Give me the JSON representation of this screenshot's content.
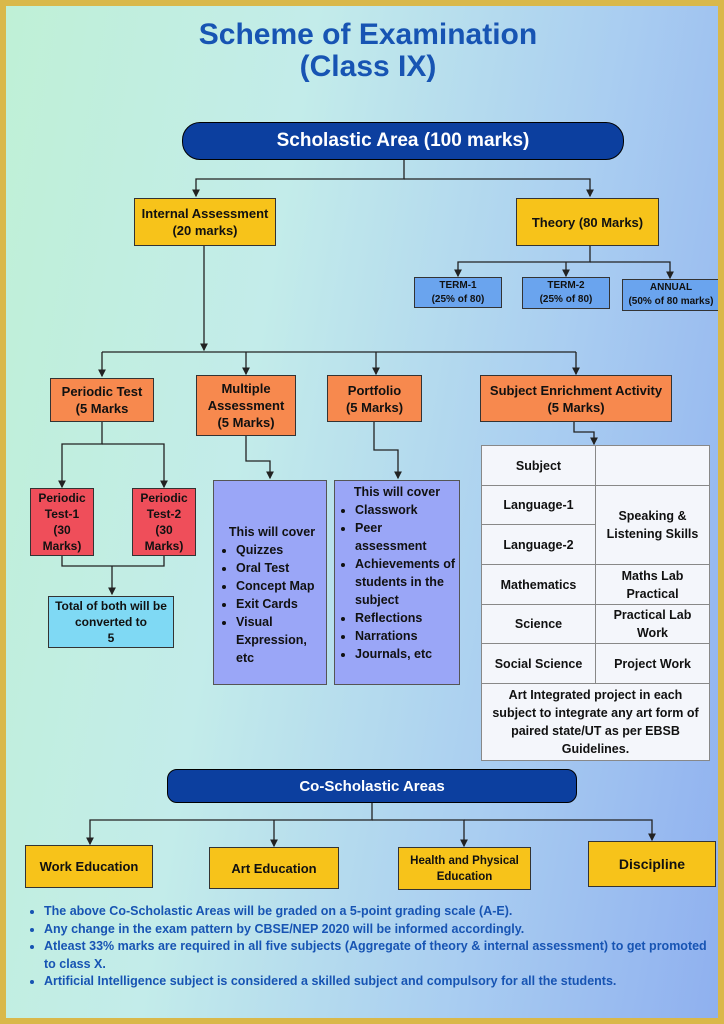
{
  "title": {
    "line1": "Scheme of Examination",
    "line2": "(Class IX)"
  },
  "scholastic": {
    "header": "Scholastic Area (100 marks)",
    "internal": {
      "line1": "Internal Assessment",
      "line2": "(20 marks)"
    },
    "theory": {
      "label": "Theory (80 Marks)",
      "terms": [
        {
          "line1": "TERM-1",
          "line2": "(25% of 80)"
        },
        {
          "line1": "TERM-2",
          "line2": "(25% of 80)"
        },
        {
          "line1": "ANNUAL",
          "line2": "(50% of 80 marks)"
        }
      ]
    }
  },
  "components": {
    "periodic": {
      "line1": "Periodic Test",
      "line2": "(5 Marks"
    },
    "multiple": {
      "line1": "Multiple",
      "line2": "Assessment",
      "line3": "(5 Marks)"
    },
    "portfolio": {
      "line1": "Portfolio",
      "line2": "(5 Marks)"
    },
    "sea": {
      "line1": "Subject Enrichment Activity",
      "line2": "(5 Marks)"
    }
  },
  "periodic_tests": [
    {
      "line1": "Periodic",
      "line2": "Test-1",
      "line3": "(30",
      "line4": "Marks)"
    },
    {
      "line1": "Periodic",
      "line2": "Test-2",
      "line3": "(30",
      "line4": "Marks)"
    }
  ],
  "periodic_total": {
    "line1": "Total of both will be",
    "line2": "converted to",
    "line3": "5"
  },
  "multiple_cover": {
    "heading": "This will cover",
    "items": [
      "Quizzes",
      "Oral Test",
      "Concept Map",
      "Exit Cards",
      "Visual Expression, etc"
    ]
  },
  "portfolio_cover": {
    "heading": "This will cover",
    "items": [
      "Classwork",
      "Peer assessment",
      "Achievements of students in the subject",
      "Reflections",
      "Narrations",
      "Journals, etc"
    ]
  },
  "sea_table": {
    "header": "Subject",
    "lang1": "Language-1",
    "lang2": "Language-2",
    "lang_activity": "Speaking & Listening Skills",
    "rows": [
      {
        "subject": "Mathematics",
        "activity": "Maths Lab Practical"
      },
      {
        "subject": "Science",
        "activity": "Practical Lab Work"
      },
      {
        "subject": "Social Science",
        "activity": "Project Work"
      }
    ],
    "footer": "Art Integrated project in each subject to integrate any art form of paired state/UT as per EBSB Guidelines."
  },
  "co_scholastic": {
    "header": "Co-Scholastic Areas",
    "items": [
      {
        "line1": "Work Education"
      },
      {
        "line1": "Art Education"
      },
      {
        "line1": "Health and Physical",
        "line2": "Education"
      },
      {
        "line1": "Discipline"
      }
    ]
  },
  "notes": [
    "The above Co-Scholastic Areas will be graded on a 5-point grading scale (A-E).",
    "Any change in the exam pattern by CBSE/NEP 2020 will be informed accordingly.",
    "Atleast 33% marks are required in all five subjects (Aggregate of theory & internal assessment) to get promoted to class X.",
    "Artificial Intelligence subject is considered a skilled subject and compulsory for all the students."
  ]
}
